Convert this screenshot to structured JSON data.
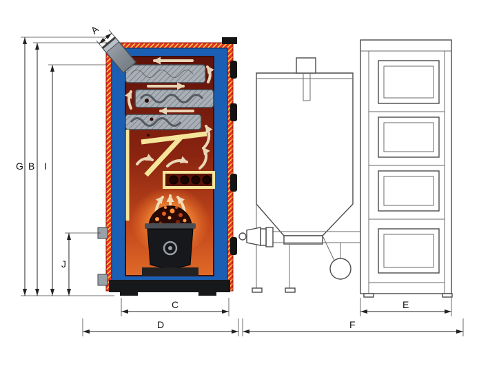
{
  "dims": {
    "A": "A",
    "B": "B",
    "C": "C",
    "D": "D",
    "E": "E",
    "F": "F",
    "G": "G",
    "I": "I",
    "J": "J"
  },
  "colors": {
    "water_jacket_blue": "#1b5fb5",
    "insulation_red": "#e03127",
    "insulation_yellow": "#ffd23f",
    "combustion_dark": "#5e120a",
    "flame_orange": "#ff8c3a",
    "baffle_yellow": "#f5e59a",
    "steel_gray": "#a9afb6",
    "flow_arrow_cream": "#f2e6c6",
    "dimension_line": "#222222",
    "outline_gray": "#4b4b4b"
  }
}
